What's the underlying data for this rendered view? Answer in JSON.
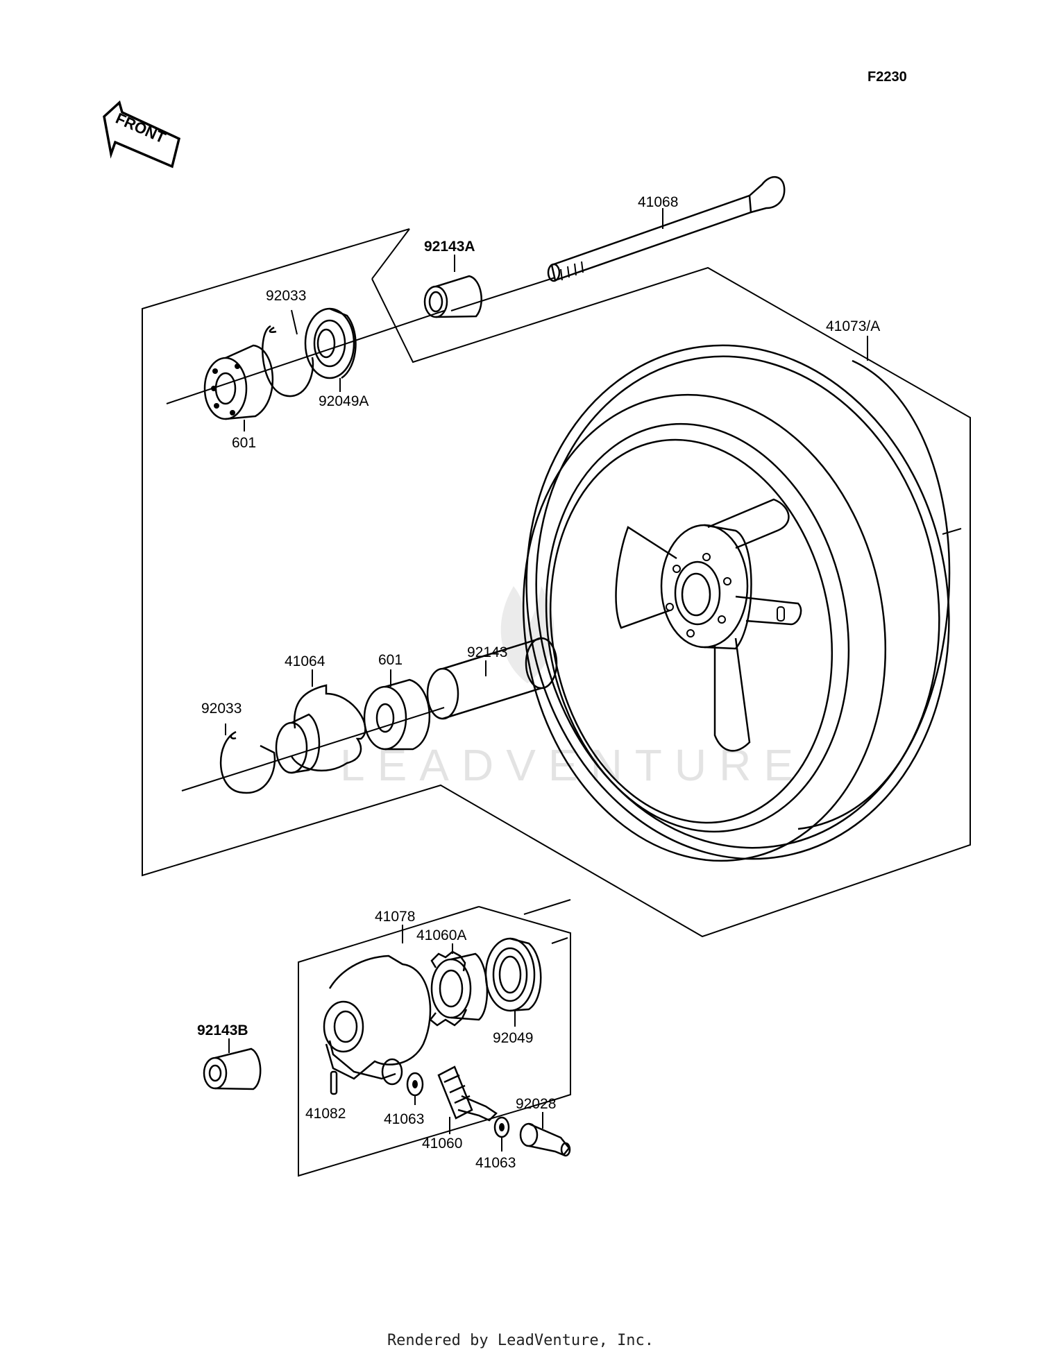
{
  "diagram_code": "F2230",
  "front_label": "FRONT",
  "watermark": "LEADVENTURE",
  "footer": "Rendered by LeadVenture, Inc.",
  "labels": {
    "p41068": "41068",
    "p92143A": "92143A",
    "p41073A": "41073/A",
    "p92033_top": "92033",
    "p92049A": "92049A",
    "p601_top": "601",
    "p41064": "41064",
    "p601_mid": "601",
    "p92143": "92143",
    "p92033_mid": "92033",
    "p41078": "41078",
    "p41060A": "41060A",
    "p92049": "92049",
    "p92143B": "92143B",
    "p41082": "41082",
    "p41063_a": "41063",
    "p41060": "41060",
    "p92028": "92028",
    "p41063_b": "41063"
  }
}
